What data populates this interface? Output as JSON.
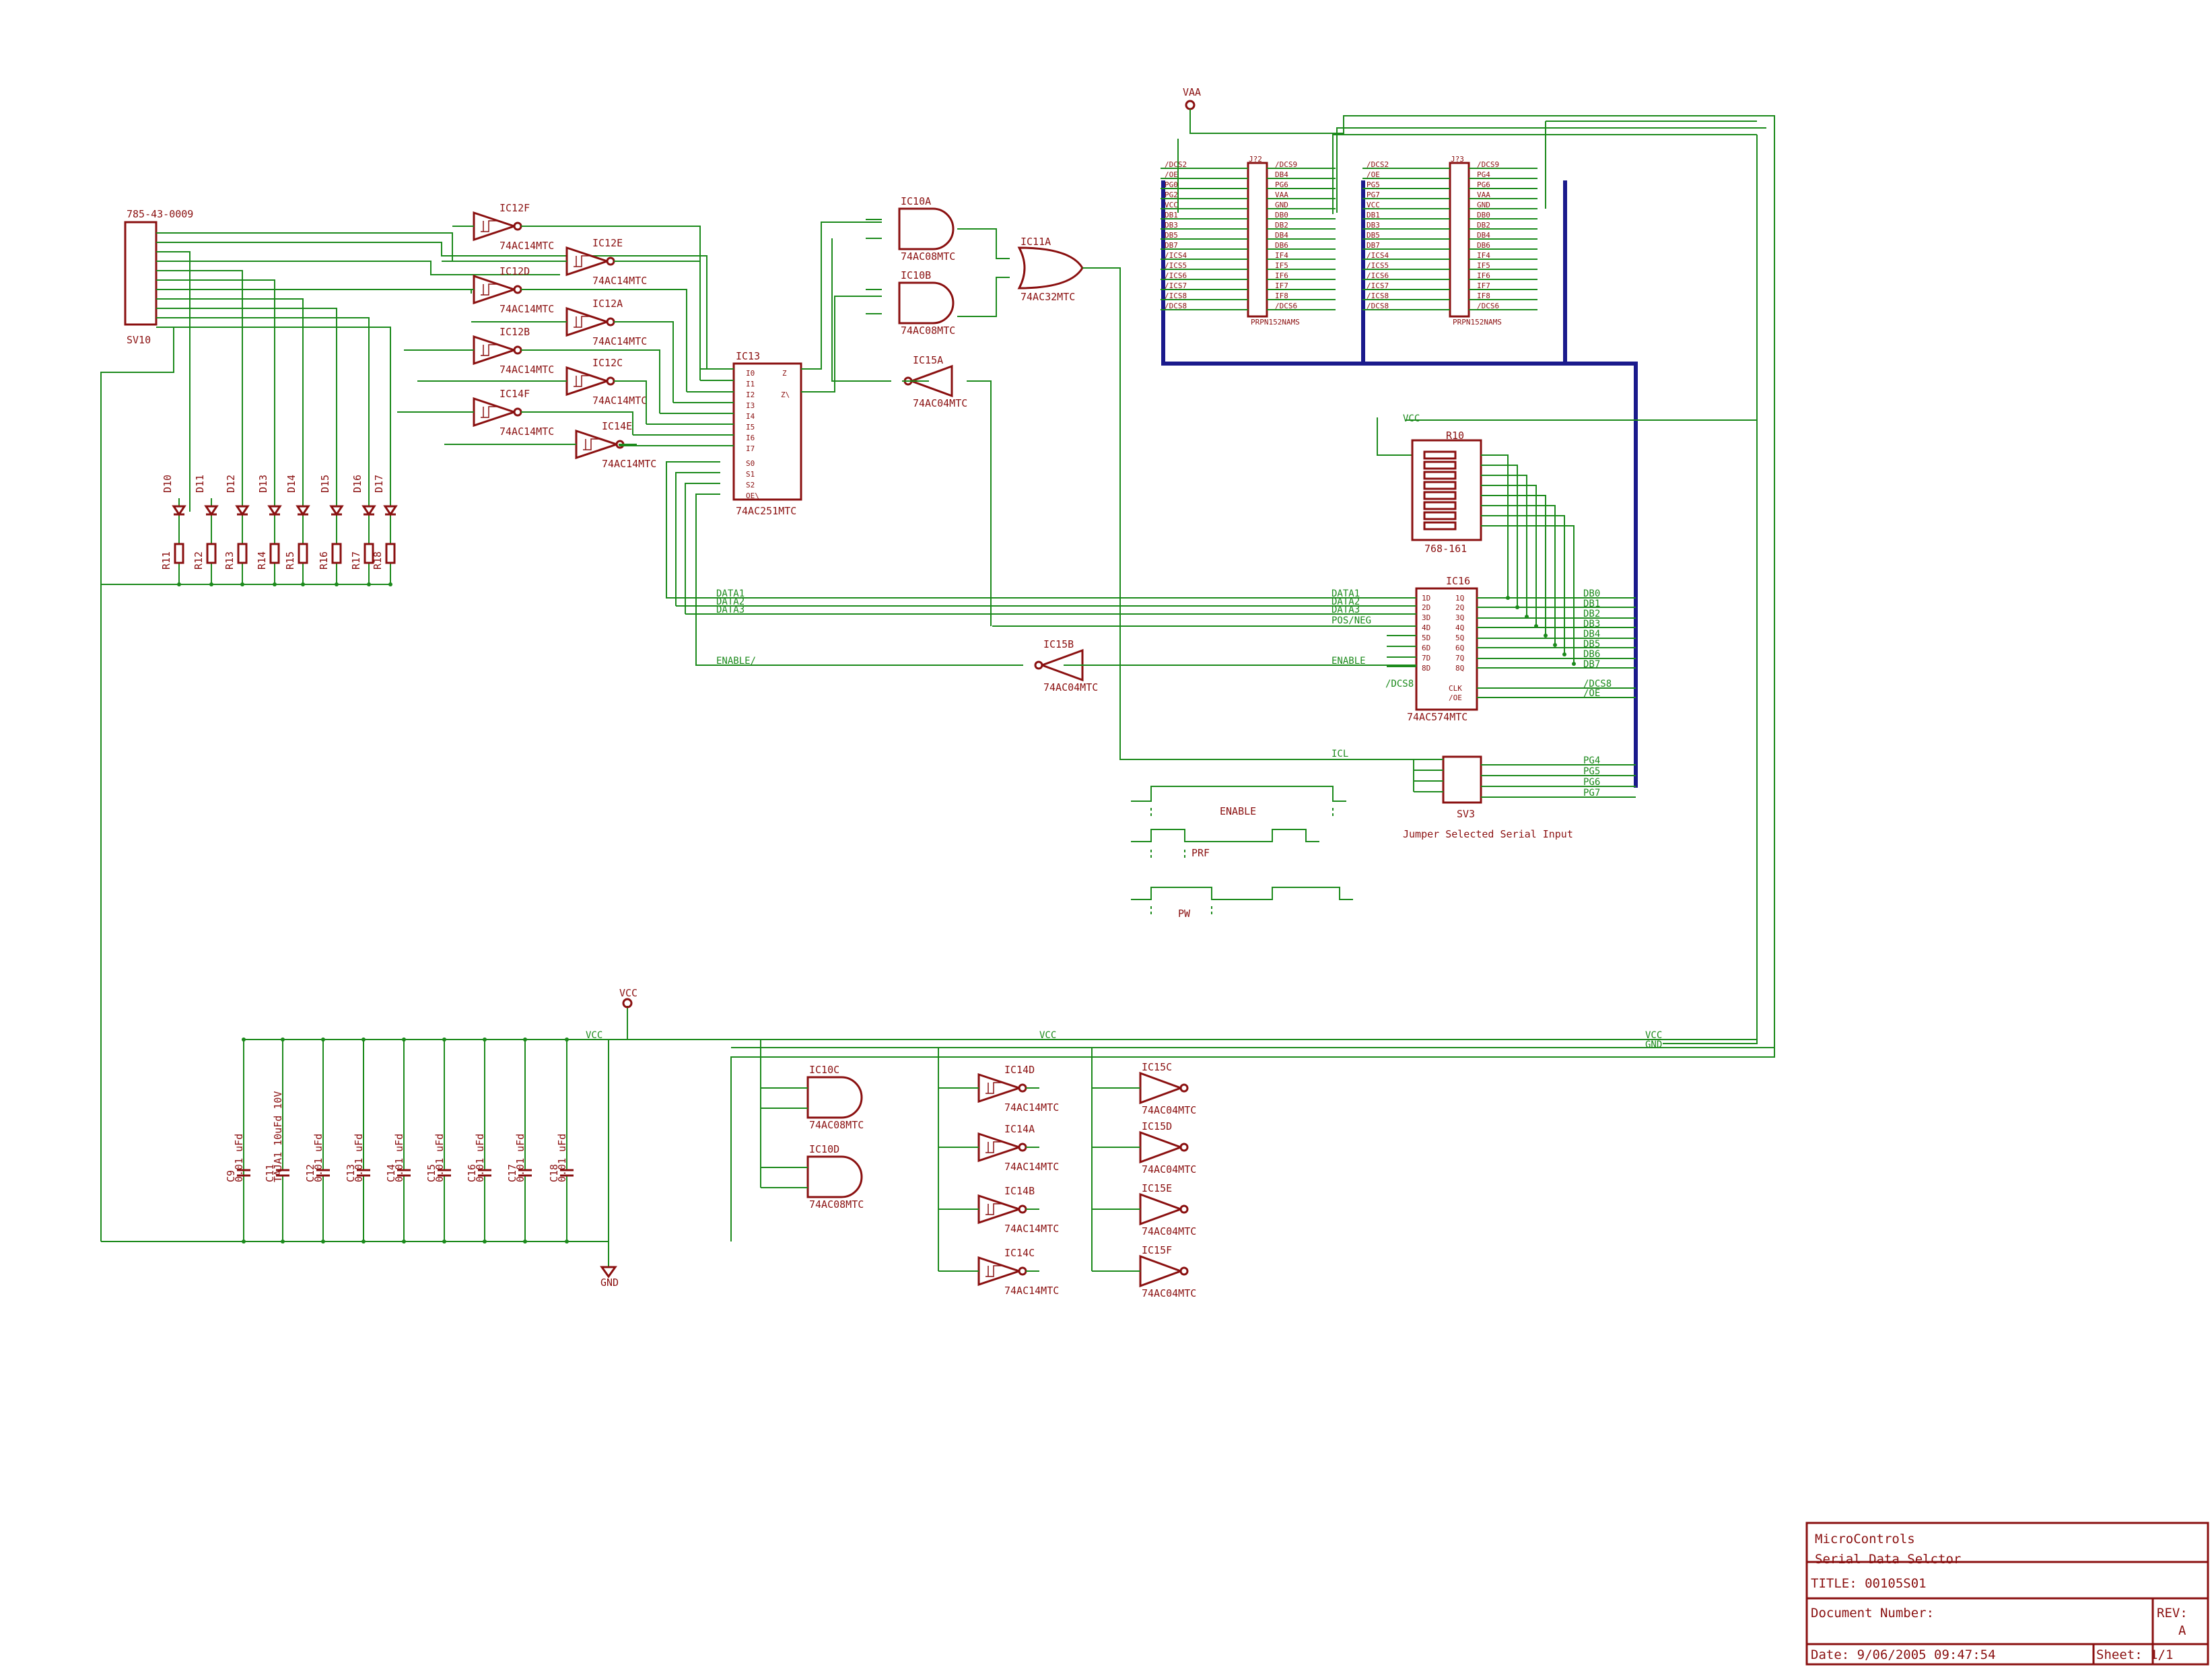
{
  "title_block": {
    "company": "MicroControls",
    "subtitle": "Serial Data Selctor",
    "title": "TITLE:  00105S01",
    "doc_number_label": "Document Number:",
    "rev_label": "REV:",
    "rev_value": "A",
    "date": "Date:  9/06/2005 09:47:54",
    "sheet": "Sheet: 1/1"
  },
  "connectors": {
    "sv10_part": "785-43-0009",
    "sv10_name": "SV10",
    "sv3_name": "SV3",
    "sv3_caption": "Jumper Selected Serial Input",
    "j_left_name": "J?2",
    "j_right_name": "J?3",
    "j_left_part": "PRPN152NAMS",
    "j_right_part": "PRPN152NAMS",
    "j_left_pins_left": [
      "/DCS2",
      "/OE",
      "PG0",
      "PG2",
      "VCC",
      "DB1",
      "DB3",
      "DB5",
      "DB7",
      "/ICS4",
      "/ICS5",
      "/ICS6",
      "/ICS7",
      "/ICS8",
      "/DCS8"
    ],
    "j_left_pins_right": [
      "/DCS9",
      "DB4",
      "PG6",
      "VAA",
      "GND",
      "DB0",
      "DB2",
      "DB4",
      "DB6",
      "IF4",
      "IF5",
      "IF6",
      "IF7",
      "IF8",
      "/DCS6"
    ],
    "j_right_pins_left": [
      "/DCS2",
      "/OE",
      "PG5",
      "PG7",
      "VCC",
      "DB1",
      "DB3",
      "DB5",
      "DB7",
      "/ICS4",
      "/ICS5",
      "/ICS6",
      "/ICS7",
      "/ICS8",
      "/DCS8"
    ],
    "j_right_pins_right": [
      "/DCS9",
      "PG4",
      "PG6",
      "VAA",
      "GND",
      "DB0",
      "DB2",
      "DB4",
      "DB6",
      "IF4",
      "IF5",
      "IF6",
      "IF7",
      "IF8",
      "/DCS6"
    ]
  },
  "ics": {
    "ic12f": "IC12F",
    "ic12e": "IC12E",
    "ic12d": "IC12D",
    "ic12a": "IC12A",
    "ic12b": "IC12B",
    "ic12c": "IC12C",
    "ic14f": "IC14F",
    "ic14e": "IC14E",
    "ic13": "IC13",
    "ic13_part": "74AC251MTC",
    "ic10a": "IC10A",
    "ic10b": "IC10B",
    "ic10c": "IC10C",
    "ic10d": "IC10D",
    "ic11a": "IC11A",
    "ic11a_part": "74AC32MTC",
    "ic15a": "IC15A",
    "ic15b": "IC15B",
    "ic15c": "IC15C",
    "ic15d": "IC15D",
    "ic15e": "IC15E",
    "ic15f": "IC15F",
    "ic14d": "IC14D",
    "ic14a": "IC14A",
    "ic14b": "IC14B",
    "ic14c": "IC14C",
    "ic16": "IC16",
    "ic16_part": "74AC574MTC",
    "r10": "R10",
    "r10_part": "768-161",
    "inv14": "74AC14MTC",
    "and08": "74AC08MTC",
    "inv04": "74AC04MTC"
  },
  "nets": {
    "data1": "DATA1",
    "data2": "DATA2",
    "data3": "DATA3",
    "enable": "ENABLE/",
    "pos_neg": "POS/NEG",
    "enable_r": "ENABLE",
    "icl": "ICL",
    "vcc": "VCC",
    "gnd": "GND",
    "vaa": "VAA",
    "db": [
      "DB0",
      "DB1",
      "DB2",
      "DB3",
      "DB4",
      "DB5",
      "DB6",
      "DB7"
    ],
    "dcs8": "/DCS8",
    "oe": "/OE",
    "pg": [
      "PG4",
      "PG5",
      "PG6",
      "PG7"
    ]
  },
  "passives": {
    "leds": [
      "D10",
      "D11",
      "D12",
      "D13",
      "D14",
      "D15",
      "D16",
      "D17"
    ],
    "resistors": [
      "R11",
      "R12",
      "R13",
      "R14",
      "R15",
      "R16",
      "R17",
      "R18"
    ],
    "caps": [
      "C9",
      "C11",
      "C12",
      "C13",
      "C14",
      "C15",
      "C16",
      "C17",
      "C18"
    ],
    "cap_val": "0.01 uFd",
    "cap_tant": "TAJA1 10uFd 10V"
  },
  "timing": {
    "enable": "ENABLE",
    "prf": "PRF",
    "pw": "PW"
  }
}
